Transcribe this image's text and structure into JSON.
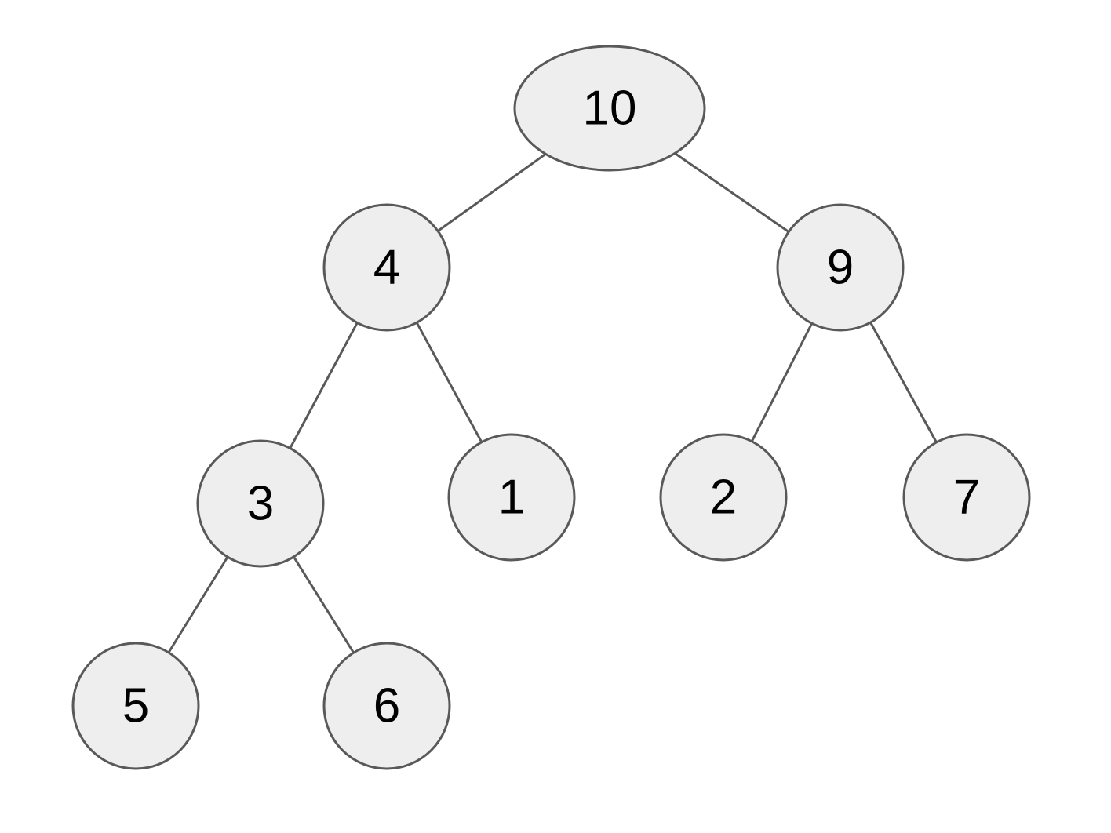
{
  "tree": {
    "nodes": [
      {
        "id": "n10",
        "label": "10"
      },
      {
        "id": "n4",
        "label": "4"
      },
      {
        "id": "n9",
        "label": "9"
      },
      {
        "id": "n3",
        "label": "3"
      },
      {
        "id": "n1",
        "label": "1"
      },
      {
        "id": "n2",
        "label": "2"
      },
      {
        "id": "n7",
        "label": "7"
      },
      {
        "id": "n5",
        "label": "5"
      },
      {
        "id": "n6",
        "label": "6"
      }
    ],
    "edges": [
      {
        "from": "n10",
        "to": "n4"
      },
      {
        "from": "n10",
        "to": "n9"
      },
      {
        "from": "n4",
        "to": "n3"
      },
      {
        "from": "n4",
        "to": "n1"
      },
      {
        "from": "n9",
        "to": "n2"
      },
      {
        "from": "n9",
        "to": "n7"
      },
      {
        "from": "n3",
        "to": "n5"
      },
      {
        "from": "n3",
        "to": "n6"
      }
    ]
  }
}
